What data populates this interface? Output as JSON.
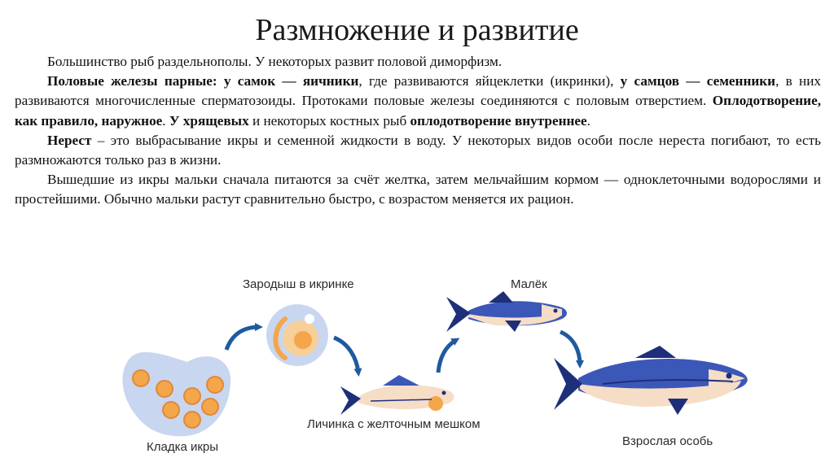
{
  "title": "Размножение и развитие",
  "paragraphs": {
    "p1": {
      "t1": "Большинство рыб раздельнополы. У некоторых развит половой диморфизм."
    },
    "p2": {
      "b1": "Половые железы парные: у самок — яичники",
      "t1": ", где развиваются яйцеклетки (икринки), ",
      "b2": "у самцов — семенники",
      "t2": ", в них развиваются многочисленные сперматозоиды. Протоками половые железы соединяются с половым отверстием. ",
      "b3": "Оплодотворение, как правило, наружное",
      "t3": ". ",
      "b4": "У хрящевых",
      "t4": " и некоторых костных рыб ",
      "b5": "оплодотворение внутреннее",
      "t5": "."
    },
    "p3": {
      "b1": "Нерест",
      "t1": " – это выбрасывание икры и семенной жидкости в воду. У некоторых видов особи после нереста погибают, то есть размножаются только раз в жизни."
    },
    "p4": {
      "t1": "Вышедшие из икры мальки сначала питаются за счёт желтка, затем мельчайшим кормом — одноклеточными водорослями и простейшими. Обычно мальки растут сравнительно быстро, с возрастом меняется их рацион."
    }
  },
  "diagram": {
    "stages": {
      "eggs": "Кладка икры",
      "embryo": "Зародыш в икринке",
      "larva": "Личинка с желточным мешком",
      "fry": "Малёк",
      "adult": "Взрослая особь"
    },
    "colors": {
      "blob": "#c9d6f0",
      "egg": "#f4a64a",
      "arrow": "#1f5a9e",
      "fish_dark": "#1e2f7a",
      "fish_mid": "#3b57b8",
      "fish_light": "#f6ddc6"
    }
  }
}
